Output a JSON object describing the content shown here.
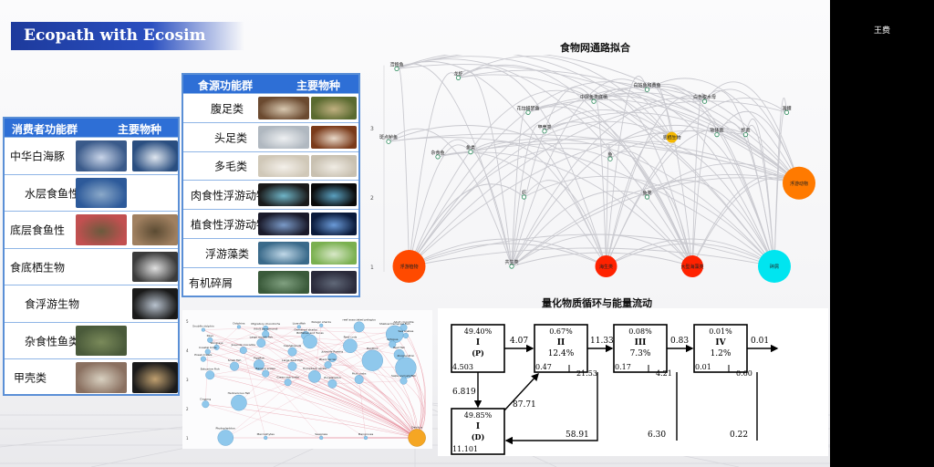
{
  "banner": {
    "title": "Ecopath with Ecosim"
  },
  "user": {
    "name": "王费"
  },
  "consumer_table": {
    "header_group": "消费者功能群",
    "header_species": "主要物种",
    "rows": [
      "中华白海豚",
      "水层食鱼性",
      "底层食鱼性",
      "食底栖生物",
      "食浮游生物",
      "杂食性鱼类",
      "甲壳类"
    ]
  },
  "food_table": {
    "header_group": "食源功能群",
    "header_species": "主要物种",
    "rows": [
      "腹足类",
      "头足类",
      "多毛类",
      "肉食性浮游动物",
      "植食性浮游动物",
      "浮游藻类",
      "有机碎屑"
    ]
  },
  "network_chart": {
    "title": "食物网通路拟合",
    "tick_labels": [
      "1",
      "2",
      "3"
    ],
    "nodes": [
      {
        "label": "鸢鲍鱼",
        "x": 0.02,
        "tl": 3.85,
        "r": 0.02,
        "color": "#ffffff"
      },
      {
        "label": "龙虾",
        "x": 0.17,
        "tl": 3.72,
        "r": 0.02,
        "color": "#ffffff"
      },
      {
        "label": "白姑鱼和黄鱼",
        "x": 0.63,
        "tl": 3.55,
        "r": 0.02,
        "color": "#ffffff"
      },
      {
        "label": "中层鱼类底栖",
        "x": 0.5,
        "tl": 3.38,
        "r": 0.02,
        "color": "#ffffff"
      },
      {
        "label": "白色腹水母",
        "x": 0.77,
        "tl": 3.38,
        "r": 0.02,
        "color": "#ffffff"
      },
      {
        "label": "花纹鳗梦鱼",
        "x": 0.34,
        "tl": 3.22,
        "r": 0.02,
        "color": "#ffffff"
      },
      {
        "label": "海鲤",
        "x": 0.97,
        "tl": 3.22,
        "r": 0.02,
        "color": "#ffffff"
      },
      {
        "label": "甲壳类",
        "x": 0.38,
        "tl": 2.95,
        "r": 0.02,
        "color": "#ffffff"
      },
      {
        "label": "底栖生物",
        "x": 0.69,
        "tl": 2.86,
        "r": 0.06,
        "color": "#f5b800"
      },
      {
        "label": "软体类",
        "x": 0.8,
        "tl": 2.9,
        "r": 0.02,
        "color": "#ffffff"
      },
      {
        "label": "虾类",
        "x": 0.87,
        "tl": 2.9,
        "r": 0.02,
        "color": "#ffffff"
      },
      {
        "label": "斑点鲈鱼",
        "x": 0.0,
        "tl": 2.8,
        "r": 0.02,
        "color": "#ffffff"
      },
      {
        "label": "鱼类",
        "x": 0.2,
        "tl": 2.65,
        "r": 0.02,
        "color": "#ffffff"
      },
      {
        "label": "杂食鱼",
        "x": 0.12,
        "tl": 2.58,
        "r": 0.02,
        "color": "#ffffff"
      },
      {
        "label": "鱼",
        "x": 0.54,
        "tl": 2.55,
        "r": 0.02,
        "color": "#ffffff"
      },
      {
        "label": "浮游动物",
        "x": 1.0,
        "tl": 2.2,
        "r": 0.18,
        "color": "#ff7a00"
      },
      {
        "label": "虾",
        "x": 0.33,
        "tl": 2.0,
        "r": 0.02,
        "color": "#ffffff"
      },
      {
        "label": "鱼类",
        "x": 0.63,
        "tl": 2.0,
        "r": 0.02,
        "color": "#ffffff"
      },
      {
        "label": "浮游植物",
        "x": 0.05,
        "tl": 1.0,
        "r": 0.18,
        "color": "#ff4a00"
      },
      {
        "label": "共生类",
        "x": 0.3,
        "tl": 1.0,
        "r": 0.02,
        "color": "#ffffff"
      },
      {
        "label": "海生类",
        "x": 0.53,
        "tl": 1.0,
        "r": 0.12,
        "color": "#ff2200"
      },
      {
        "label": "大型海藻类",
        "x": 0.74,
        "tl": 1.0,
        "r": 0.12,
        "color": "#ff2200"
      },
      {
        "label": "碎屑",
        "x": 0.94,
        "tl": 1.0,
        "r": 0.18,
        "color": "#00e5f0"
      }
    ]
  },
  "small_network": {
    "tick_labels": [
      "1",
      "2",
      "3",
      "4",
      "5"
    ],
    "nodes": [
      {
        "label": "Snubfin dolphin",
        "x": 0.02,
        "tl": 4.7,
        "r": 0.02
      },
      {
        "label": "Dolphins",
        "x": 0.18,
        "tl": 4.8,
        "r": 0.02
      },
      {
        "label": "Migratory chondrichs",
        "x": 0.3,
        "tl": 4.75,
        "r": 0.03
      },
      {
        "label": "Lizardfish",
        "x": 0.45,
        "tl": 4.8,
        "r": 0.02
      },
      {
        "label": "Pelagic sharks",
        "x": 0.55,
        "tl": 4.85,
        "r": 0.02
      },
      {
        "label": "reef associated pelagics",
        "x": 0.72,
        "tl": 4.8,
        "r": 0.06
      },
      {
        "label": "Adult crocodile",
        "x": 0.92,
        "tl": 4.78,
        "r": 0.04
      },
      {
        "label": "Rays",
        "x": 0.05,
        "tl": 4.35,
        "r": 0.03
      },
      {
        "label": "Adult barramundi",
        "x": 0.3,
        "tl": 4.55,
        "r": 0.04
      },
      {
        "label": "Demersal sharks",
        "x": 0.48,
        "tl": 4.5,
        "r": 0.05
      },
      {
        "label": "Shallow Demersal Fish",
        "x": 0.88,
        "tl": 4.55,
        "r": 0.1
      },
      {
        "label": "Sea snakes",
        "x": 0.93,
        "tl": 4.5,
        "r": 0.03
      },
      {
        "label": "Stingrays",
        "x": 0.08,
        "tl": 4.1,
        "r": 0.03
      },
      {
        "label": "Large mouth fish",
        "x": 0.28,
        "tl": 4.25,
        "r": 0.05
      },
      {
        "label": "Billfishes and Tunas",
        "x": 0.5,
        "tl": 4.3,
        "r": 0.08
      },
      {
        "label": "Reef cods",
        "x": 0.68,
        "tl": 4.15,
        "r": 0.08
      },
      {
        "label": "Octopus",
        "x": 0.87,
        "tl": 4.2,
        "r": 0.04
      },
      {
        "label": "Coastal birds",
        "x": 0.04,
        "tl": 3.95,
        "r": 0.03
      },
      {
        "label": "Juvenile crocodile",
        "x": 0.2,
        "tl": 4.0,
        "r": 0.04
      },
      {
        "label": "Cephalopods",
        "x": 0.42,
        "tl": 3.95,
        "r": 0.05
      },
      {
        "label": "Juvenile Prawns",
        "x": 0.6,
        "tl": 3.75,
        "r": 0.05
      },
      {
        "label": "Benthos",
        "x": 0.78,
        "tl": 3.65,
        "r": 0.12
      },
      {
        "label": "Reef fish",
        "x": 0.9,
        "tl": 3.85,
        "r": 0.06
      },
      {
        "label": "Prawn trawls",
        "x": 0.02,
        "tl": 3.7,
        "r": 0.03
      },
      {
        "label": "Small fish",
        "x": 0.16,
        "tl": 3.45,
        "r": 0.05
      },
      {
        "label": "Pipefish",
        "x": 0.27,
        "tl": 3.5,
        "r": 0.06
      },
      {
        "label": "Large Reef Fish",
        "x": 0.42,
        "tl": 3.45,
        "r": 0.05
      },
      {
        "label": "Black terrier",
        "x": 0.58,
        "tl": 3.5,
        "r": 0.04
      },
      {
        "label": "Zooplankton",
        "x": 0.93,
        "tl": 3.4,
        "r": 0.12
      },
      {
        "label": "Estuarine Fish",
        "x": 0.05,
        "tl": 3.15,
        "r": 0.05
      },
      {
        "label": "Banana prawn",
        "x": 0.3,
        "tl": 3.2,
        "r": 0.04
      },
      {
        "label": "Humpback whale",
        "x": 0.52,
        "tl": 3.1,
        "r": 0.07
      },
      {
        "label": "Mud crabs",
        "x": 0.72,
        "tl": 3.0,
        "r": 0.05
      },
      {
        "label": "Salps and jellyfish",
        "x": 0.92,
        "tl": 2.95,
        "r": 0.04
      },
      {
        "label": "Green sea turtle",
        "x": 0.4,
        "tl": 2.9,
        "r": 0.04
      },
      {
        "label": "Zooplankton",
        "x": 0.6,
        "tl": 2.85,
        "r": 0.05
      },
      {
        "label": "Dugong",
        "x": 0.03,
        "tl": 2.15,
        "r": 0.04
      },
      {
        "label": "Herbivorous fish",
        "x": 0.18,
        "tl": 2.2,
        "r": 0.09
      },
      {
        "label": "Phytoplankton",
        "x": 0.12,
        "tl": 1.0,
        "r": 0.09
      },
      {
        "label": "Macrophytes",
        "x": 0.3,
        "tl": 1.0,
        "r": 0.02
      },
      {
        "label": "Seagrass",
        "x": 0.55,
        "tl": 1.0,
        "r": 0.02
      },
      {
        "label": "Mangroves",
        "x": 0.75,
        "tl": 1.0,
        "r": 0.02
      },
      {
        "label": "Detritus",
        "x": 0.98,
        "tl": 1.0,
        "r": 0.1
      }
    ]
  },
  "flow_diagram": {
    "title": "量化物质循环与能量流动",
    "boxes": [
      {
        "id": "P",
        "pct": "49.40%",
        "roman": "I",
        "sub": "(P)",
        "eff": "",
        "left": "4.503"
      },
      {
        "id": "II",
        "pct": "0.67%",
        "roman": "II",
        "sub": "",
        "eff": "12.4%",
        "left": "0.47",
        "out": "21.53"
      },
      {
        "id": "III",
        "pct": "0.08%",
        "roman": "III",
        "sub": "",
        "eff": "7.3%",
        "left": "0.17",
        "out": "4.21"
      },
      {
        "id": "IV",
        "pct": "0.01%",
        "roman": "IV",
        "sub": "",
        "eff": "1.2%",
        "left": "0.01",
        "out": "0.60"
      },
      {
        "id": "D",
        "pct": "49.85%",
        "roman": "I",
        "sub": "(D)",
        "eff": "",
        "left": "11.101"
      }
    ],
    "arrows": {
      "p_to_ii": "4.07",
      "ii_to_iii": "11.33",
      "iii_to_iv": "0.83",
      "iv_out": "0.01",
      "p_to_d": "6.819",
      "d_to_ii": "87.71",
      "ii_to_d": "58.91",
      "iii_to_d": "6.30",
      "iv_to_d": "0.22"
    }
  }
}
